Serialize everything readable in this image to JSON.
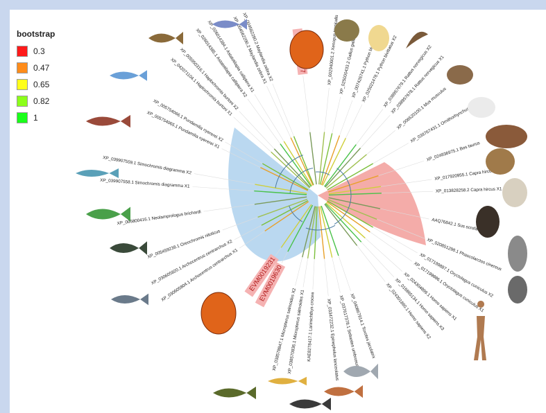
{
  "legend": {
    "title": "bootstrap",
    "items": [
      {
        "label": "0.3",
        "color": "#ff1a1a"
      },
      {
        "label": "0.47",
        "color": "#ff8c1a"
      },
      {
        "label": "0.65",
        "color": "#ffff1a"
      },
      {
        "label": "0.82",
        "color": "#8cff1a"
      },
      {
        "label": "1",
        "color": "#1aff1a"
      }
    ]
  },
  "colors": {
    "fish_clade": "#b3d4ee",
    "mammal_clade": "#f3a3a0",
    "highlight": "#f5b2b2"
  },
  "leaves": [
    {
      "id": "XP_004562290.2 Maylandia zebra X2"
    },
    {
      "id": "XP_004562290.2 Maylandia zebra X1"
    },
    {
      "id": "XP_026014384.1 Astatotilapia calliptera X1"
    },
    {
      "id": "XP_026014385.1 Astatotilapia calliptera X2"
    },
    {
      "id": "XP_005950316.1 Haplochromis burtoni X2"
    },
    {
      "id": "XP_042071104.1 Haplochromis burtoni X1"
    },
    {
      "id": "XP_005754066.1 Pundamilia nyererei X2"
    },
    {
      "id": "XP_005754065.1 Pundamilia nyererei X1"
    },
    {
      "id": "XP_039907559.1 Simochromis diagramma X2"
    },
    {
      "id": "XP_039907558.1 Simochromis diagramma X1"
    },
    {
      "id": "XP_006800416.1 Neolamprologus brichardi"
    },
    {
      "id": "XP_005459238.1 Oreochromis niloticus"
    },
    {
      "id": "XP_030605820.1 Archocentrus centrarchus X2"
    },
    {
      "id": "XP_030605804.1 Archocentrus centrarchus X1"
    },
    {
      "id": "EVM0019231",
      "highlight": true
    },
    {
      "id": "EVM0019630",
      "highlight": true
    },
    {
      "id": "XP_038578847.1 Micropterus salmoides X2"
    },
    {
      "id": "XP_038570836.1 Micropterus salmoides X1"
    },
    {
      "id": "KAE8278417.1 Larimichthys crocea"
    },
    {
      "id": "XP_033472232.1 Epinephelus lanceolatus"
    },
    {
      "id": "XP_037617378.1 Sebastes umbrosus"
    },
    {
      "id": "XP_040867914.1 Toxotes jaculatrix"
    },
    {
      "id": "EVM0006977",
      "highlight": true
    },
    {
      "id": "XP_002940001.2 Xenopus tropicalis"
    },
    {
      "id": "XP_025000433.2 Gallus gallus"
    },
    {
      "id": "XP_007426741.1 Python bivittatus X1"
    },
    {
      "id": "XP_025021478.1 Python bivittatus X2"
    },
    {
      "id": "XP_038957679.1 Rattus norvegicus X2"
    },
    {
      "id": "XP_038957678.1 Rattus norvegicus X1"
    },
    {
      "id": "XP_006520100.1 Mus musculus"
    },
    {
      "id": "XP_039767431.1 Ornithorhynchus anatinus"
    },
    {
      "id": "XP_024836975.1 Bos taurus"
    },
    {
      "id": "XP_017920955.1 Capra hircus X2"
    },
    {
      "id": "XP_013828258.2 Capra hircus X1"
    },
    {
      "id": "AAQ76842.1 Sus scrofa"
    },
    {
      "id": "XP_020851298.1 Phascolarctos cinereus"
    },
    {
      "id": "XP_017199887.1 Oryctolagus cuniculus X2"
    },
    {
      "id": "XP_017199886.1 Oryctolagus cuniculus X1"
    },
    {
      "id": "XP_024304899.1 Homo sapiens X1"
    },
    {
      "id": "XP_016865134.1 Homo sapiens X3"
    },
    {
      "id": "XP_024301860.1 Homo sapiens X2"
    }
  ],
  "images": [
    {
      "name": "fish-maylandia-image",
      "type": "fish",
      "color": "#7a8cc8"
    },
    {
      "name": "fish-astatotilapia-image",
      "type": "fish",
      "color": "#8a6a3a"
    },
    {
      "name": "fish-haplochromis-image",
      "type": "fish",
      "color": "#6aa0d8"
    },
    {
      "name": "fish-pundamilia-image",
      "type": "fish",
      "color": "#9a4a3a"
    },
    {
      "name": "fish-simochromis-image",
      "type": "fish",
      "color": "#5aa0b8"
    },
    {
      "name": "fish-neolamprologus-image",
      "type": "fish",
      "color": "#4aa04a"
    },
    {
      "name": "fish-oreochromis-image",
      "type": "fish",
      "color": "#3a4a3a"
    },
    {
      "name": "fish-archocentrus-image",
      "type": "fish",
      "color": "#6a7a8a"
    },
    {
      "name": "fish-discus-image",
      "type": "discus",
      "color": "#e0641a"
    },
    {
      "name": "fish-micropterus-image",
      "type": "fish",
      "color": "#5a6a2a"
    },
    {
      "name": "fish-larimichthys-image",
      "type": "fish",
      "color": "#e0b040"
    },
    {
      "name": "fish-epinephelus-image",
      "type": "fish",
      "color": "#3a3a3a"
    },
    {
      "name": "fish-sebastes-image",
      "type": "fish",
      "color": "#c07040"
    },
    {
      "name": "fish-toxotes-image",
      "type": "fish",
      "color": "#a0a8b0"
    },
    {
      "name": "discus-evm0006977-image",
      "type": "discus",
      "color": "#e0641a"
    },
    {
      "name": "frog-image",
      "type": "blob",
      "color": "#8a7a4a"
    },
    {
      "name": "chick-image",
      "type": "blob",
      "color": "#f0d890"
    },
    {
      "name": "python-image",
      "type": "snake",
      "color": "#7a5a3a"
    },
    {
      "name": "rat-image",
      "type": "blob",
      "color": "#8a6a4a"
    },
    {
      "name": "mouse-image",
      "type": "blob",
      "color": "#ebebeb"
    },
    {
      "name": "platypus-image",
      "type": "blob",
      "color": "#8a5a3a"
    },
    {
      "name": "cow-image",
      "type": "blob",
      "color": "#a07a4a"
    },
    {
      "name": "goat-image",
      "type": "blob",
      "color": "#d8d0c0"
    },
    {
      "name": "boar-image",
      "type": "blob",
      "color": "#3a3028"
    },
    {
      "name": "koala-image",
      "type": "blob",
      "color": "#8a8a8a"
    },
    {
      "name": "rabbit-image",
      "type": "blob",
      "color": "#6a6a6a"
    },
    {
      "name": "human-image",
      "type": "human",
      "color": "#b07a50"
    }
  ]
}
